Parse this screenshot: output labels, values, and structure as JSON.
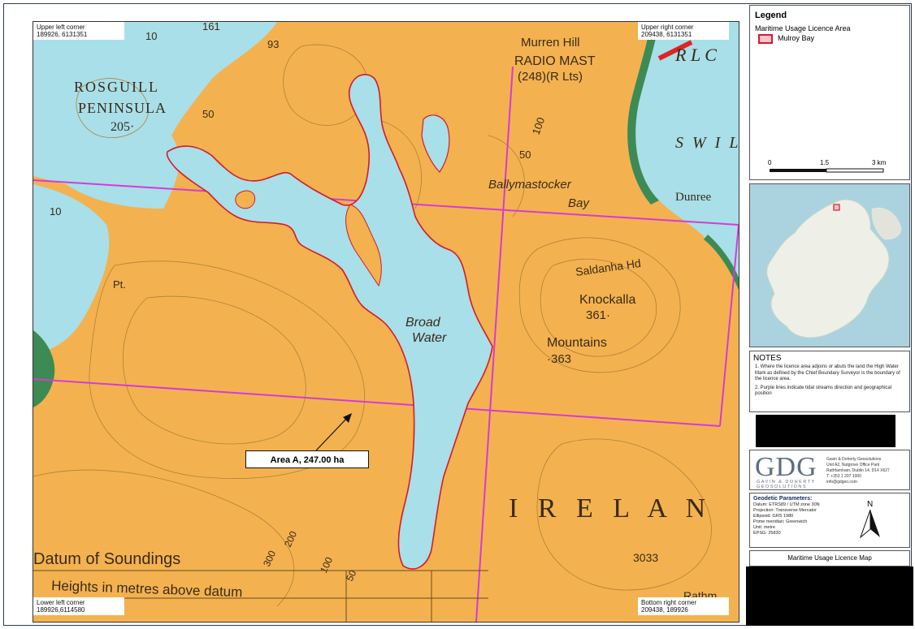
{
  "map": {
    "corners": {
      "upper_left": {
        "label": "Upper left corner",
        "coords": "189926, 6131351"
      },
      "upper_right": {
        "label": "Upper right corner",
        "coords": "209438, 6131351"
      },
      "lower_left": {
        "label": "Lower left corner",
        "coords": "189926,6114580"
      },
      "bottom_right": {
        "label": "Bottom right corner",
        "coords": "209438, 189926"
      }
    },
    "labels": {
      "rosguill": "ROSGUILL",
      "peninsula": "PENINSULA",
      "h205": "205·",
      "murren": "Murren Hill",
      "radio": "RADIO MAST",
      "radio_h": "(248)(R Lts)",
      "ballymastocker": "Ballymastocker",
      "bay": "Bay",
      "dunree": "Dunree",
      "swil": "S W I L",
      "saldanha": "Saldanha Hd",
      "knockalla": "Knockalla",
      "h361": "361·",
      "mountains": "Mountains",
      "h363": "·363",
      "broad": "Broad",
      "water": "Water",
      "ireland": "I R E L A N",
      "datum": "Datum of Soundings",
      "heights": "Heights in metres above datum",
      "h303": "3033",
      "rathm": "Rathm",
      "h93": "93",
      "h161": "161",
      "h10a": "10",
      "h10b": "10",
      "h50a": "50",
      "h50b": "50",
      "h100": "100",
      "pt": "Pt.",
      "rl": "R L C",
      "d300": "300",
      "d200": "200",
      "d100": "100",
      "d50": "50"
    },
    "area_label": "Area A, 247.00 ha",
    "colors": {
      "land": "#f3b24f",
      "sea": "#a8dfe9",
      "licence": "#d61a2a",
      "tidal": "#d63ad6",
      "green": "#3d8a55"
    }
  },
  "legend": {
    "title": "Legend",
    "heading": "Maritime Usage Licence Area",
    "item": "Mulroy Bay",
    "scale": {
      "t0": "0",
      "t1": "1.5",
      "t2": "3 km"
    }
  },
  "notes": {
    "title": "NOTES",
    "n1": "1. Where the licence area adjoins or abuts the land the High Water Mark as defined by the Chief Boundary Surveyor is the boundary of the licence area.",
    "n2": "2. Purple lines indicate tidal streams direction and geographical position"
  },
  "company": {
    "logo": "GDG",
    "sub1": "GAVIN & DOHERTY",
    "sub2": "GEOSOLUTIONS",
    "lines": [
      "Gavin & Doherty Geosolutions",
      "Unit A2, Nutgrove Office Park",
      "Rathfarnham, Dublin 14, D14 X627",
      "T: +353 1 207 1000",
      "info@gdgeo.com"
    ]
  },
  "geodetic": {
    "title": "Geodetic Parameters:",
    "lines": [
      "Datum: ETRS89 / UTM zone 30N",
      "Projection: Transverse Mercator",
      "Ellipsoid: GRS 1980",
      "Prime meridian: Greenwich",
      "Unit: metre",
      "EPSG: 25830"
    ],
    "north": "N"
  },
  "map_title": "Maritime Usage Licence Map"
}
